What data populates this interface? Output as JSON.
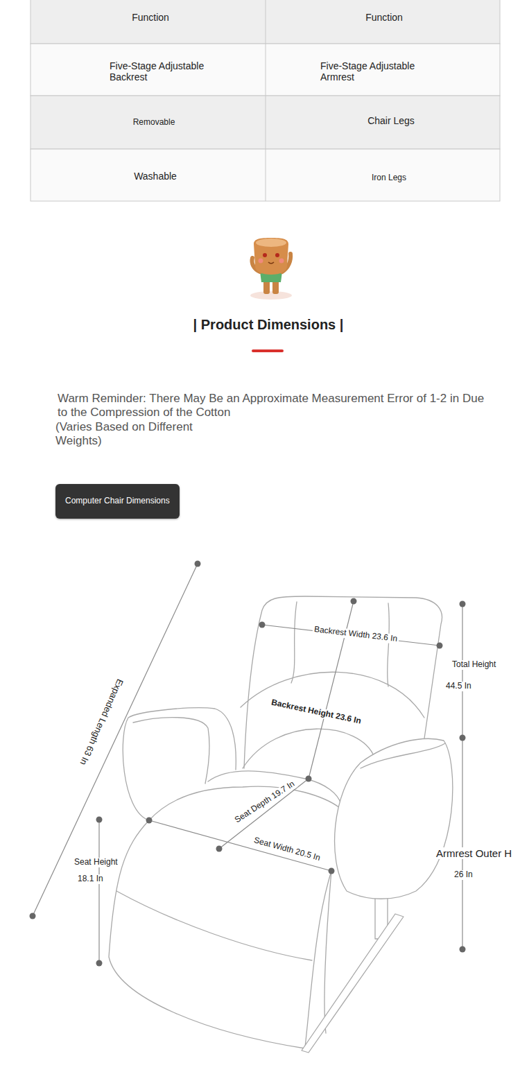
{
  "diagram": {
    "title": "| Product Dimensions |",
    "nodes": [
      {
        "text": [
          "Computer Chair Dimensions"
        ]
      }
    ],
    "labels": [
      "Function",
      "Function",
      "Five-Stage Adjustable Backrest",
      "Five-Stage Adjustable Armrest",
      "Removable",
      "Chair Legs",
      "Washable",
      "Iron Legs",
      "Warm Reminder: There May Be an Approximate Measurement Error of 1-2 in Due to the Compression of the Cotton",
      "(Varies Based on Different Weights)",
      "Backrest Width 23.6 In",
      "Total Height",
      "44.5 In",
      "Expanded Length 63 In",
      "Backrest Height 23.6 In",
      "Seat Depth 19.7 In",
      "Seat Width 20.5 In",
      "Seat Height",
      "18.1 In",
      "Armrest Outer H",
      "26 In"
    ]
  }
}
